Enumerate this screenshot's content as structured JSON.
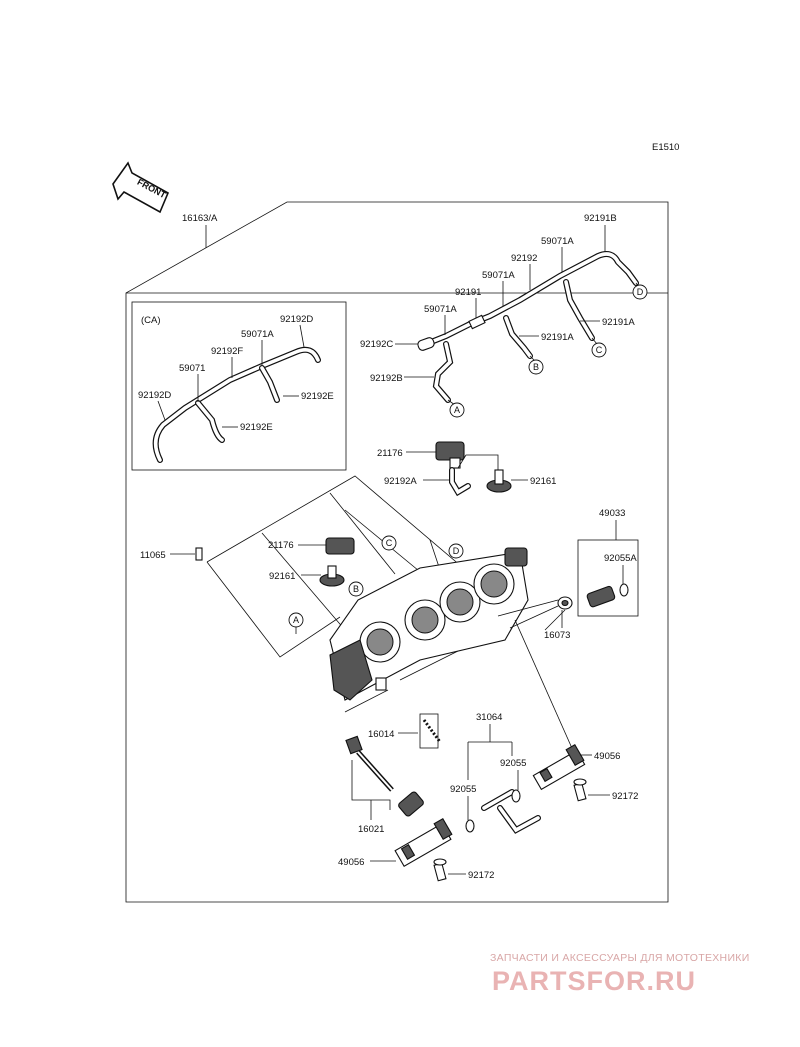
{
  "diagram_code": "E1510",
  "front_label": "FRONT",
  "callouts": {
    "p16163": "16163/A",
    "ca": "(CA)",
    "ca_92192D_top": "92192D",
    "ca_59071A": "59071A",
    "ca_92192F": "92192F",
    "ca_59071": "59071",
    "ca_92192D_left": "92192D",
    "ca_92192E_right": "92192E",
    "ca_92192E_bottom": "92192E",
    "p92191B": "92191B",
    "p59071A_top": "59071A",
    "p92192": "92192",
    "p59071A_mid": "59071A",
    "p92191": "92191",
    "p59071A_low": "59071A",
    "p92192C": "92192C",
    "p92191A_1": "92191A",
    "p92191A_2": "92191A",
    "p92192B": "92192B",
    "p21176_top": "21176",
    "p92192A": "92192A",
    "p92161_top": "92161",
    "p49033": "49033",
    "p92055A": "92055A",
    "p11065": "11065",
    "p21176_mid": "21176",
    "p92161_mid": "92161",
    "p16073": "16073",
    "p31064": "31064",
    "p16014": "16014",
    "p92055_left": "92055",
    "p92055_right": "92055",
    "p49056_right": "49056",
    "p92172_right": "92172",
    "p16021": "16021",
    "p49056_left": "49056",
    "p92172_left": "92172"
  },
  "connectors": {
    "A": "A",
    "B": "B",
    "C": "C",
    "D": "D"
  },
  "watermark": {
    "tagline": "ЗАПЧАСТИ И АКСЕССУАРЫ ДЛЯ МОТОТЕХНИКИ",
    "brand": "PARTSFOR.RU"
  }
}
